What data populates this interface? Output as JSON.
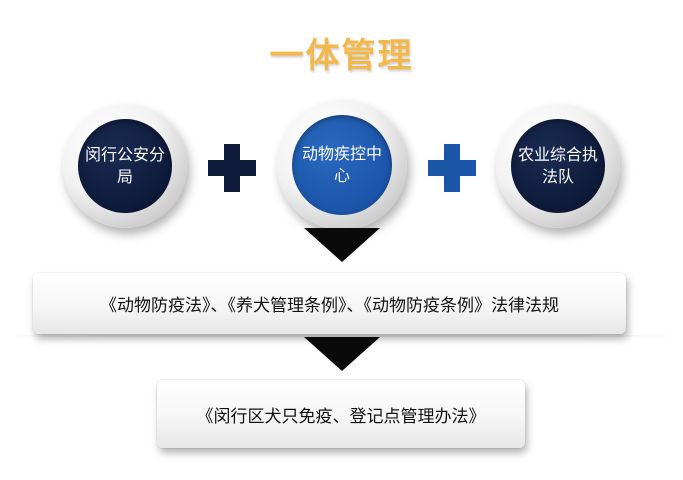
{
  "title": "一体管理",
  "nodes": [
    {
      "label": "闵行公安分局"
    },
    {
      "label": "动物疾控中心"
    },
    {
      "label": "农业综合执法队"
    }
  ],
  "operators": [
    "plus-icon",
    "plus-icon"
  ],
  "laws_box": {
    "text": "《动物防疫法》、《养犬管理条例》、《动物防疫条例》法律法规"
  },
  "rules_box": {
    "text": "《闵行区犬只免疫、登记点管理办法》"
  },
  "colors": {
    "title": "#f2b84b",
    "dark_node": "#0d1a3a",
    "blue_node": "#1b55a8",
    "pointer": "#0a0a0a"
  }
}
